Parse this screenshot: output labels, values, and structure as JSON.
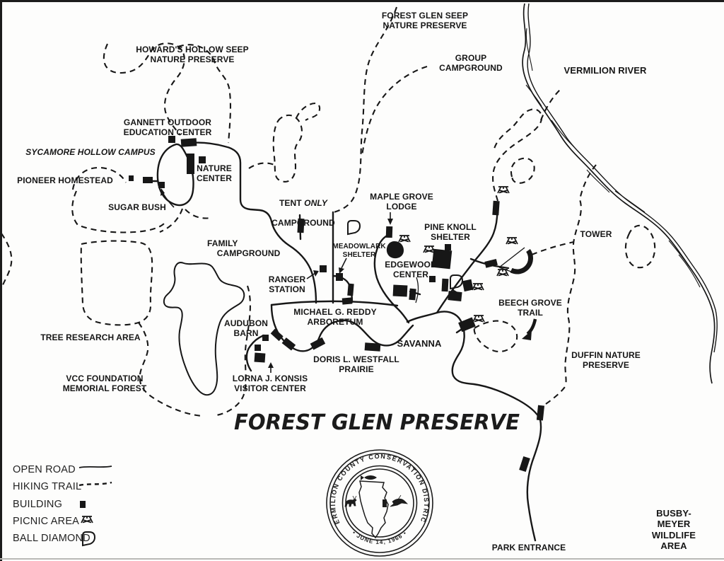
{
  "title": "FOREST GLEN PRESERVE",
  "colors": {
    "ink": "#171717",
    "paper": "#fdfdfc"
  },
  "map": {
    "areas": {
      "forest_glen_seep": "FOREST GLEN SEEP\nNATURE PRESERVE",
      "howards_hollow": "HOWARD'S HOLLOW SEEP\nNATURE PRESERVE",
      "group_campground": "GROUP\nCAMPGROUND",
      "vermilion_river": "VERMILION RIVER",
      "gannett": "GANNETT OUTDOOR\nEDUCATION CENTER",
      "sycamore": "SYCAMORE HOLLOW CAMPUS",
      "pioneer": "PIONEER HOMESTEAD",
      "nature_center": "NATURE\nCENTER",
      "sugar_bush": "SUGAR BUSH",
      "tent": {
        "prefix": "TENT",
        "emphasis": "ONLY",
        "line2": "CAMPGROUND"
      },
      "maple_grove": "MAPLE GROVE\nLODGE",
      "pine_knoll": "PINE KNOLL\nSHELTER",
      "tower": "TOWER",
      "family_campground": "FAMILY\n    CAMPGROUND",
      "meadowlark": "MEADOWLARK\nSHELTER",
      "edgewood": "EDGEWOOD\nCENTER",
      "ranger": "RANGER\nSTATION",
      "arboretum": "MICHAEL G. REDDY\nARBORETUM",
      "beech_grove": "BEECH GROVE\nTRAIL",
      "audubon": "AUDUBON\nBARN",
      "tree_research": "TREE RESEARCH AREA",
      "savanna": "SAVANNA",
      "duffin": "DUFFIN NATURE\nPRESERVE",
      "vcc": "VCC FOUNDATION\nMEMORIAL FOREST",
      "westfall": "DORIS L. WESTFALL\nPRAIRIE",
      "konsis": "LORNA J. KONSIS\nVISITOR CENTER",
      "park_entrance": "PARK ENTRANCE",
      "busby_meyer": "BUSBY-MEYER\nWILDLIFE AREA"
    },
    "legend": {
      "items": [
        {
          "label": "OPEN ROAD",
          "icon": "solid-line"
        },
        {
          "label": "HIKING TRAIL",
          "icon": "dashed-line"
        },
        {
          "label": "BUILDING",
          "icon": "filled-square"
        },
        {
          "label": "PICNIC AREA",
          "icon": "picnic-table"
        },
        {
          "label": "BALL DIAMOND",
          "icon": "ball-diamond"
        }
      ]
    },
    "seal": {
      "ring_text": "VERMILION COUNTY CONSERVATION DISTRICT",
      "date_text": "• JUNE 14, 1966 •"
    }
  }
}
